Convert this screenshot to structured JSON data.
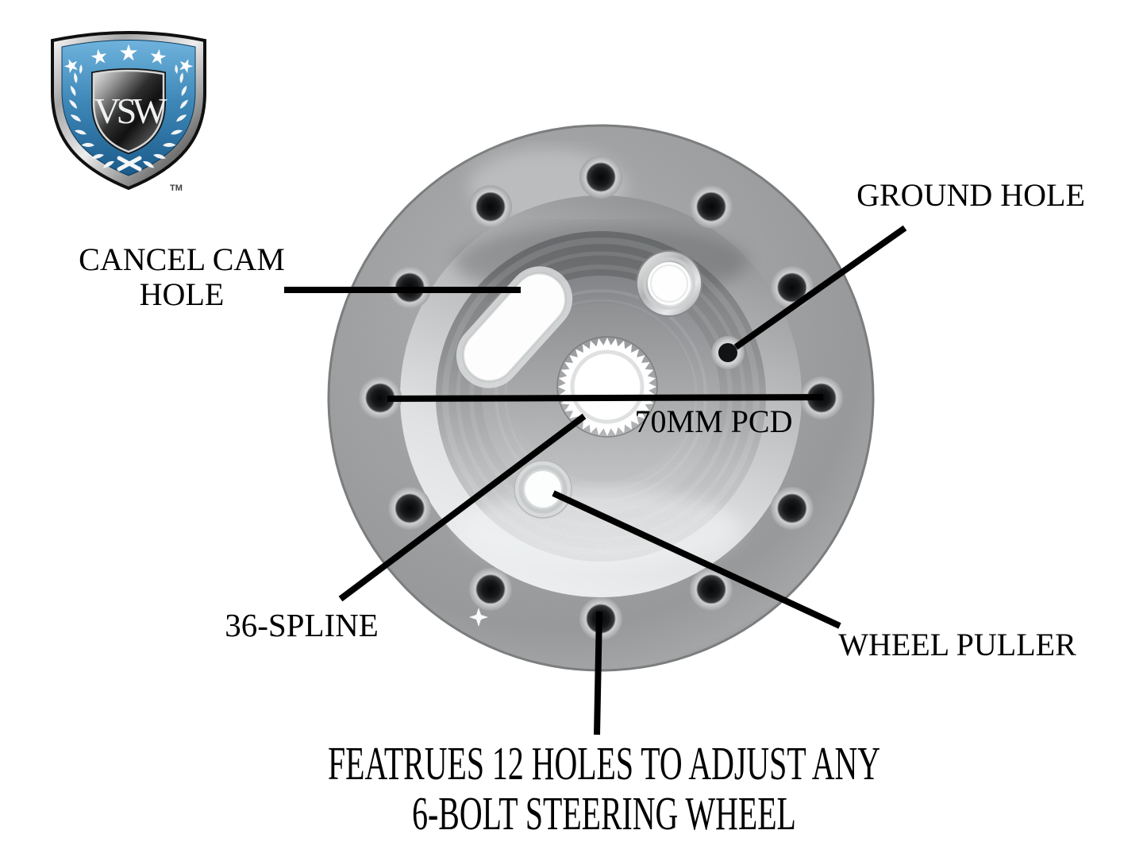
{
  "logo": {
    "brand": "VSW",
    "trademark": "TM",
    "stars": 5,
    "colors": {
      "blue_top": "#6fb3dd",
      "blue_bottom": "#1b5b8b",
      "chrome": "#c9cbcc",
      "wreath": "#f4f6f7"
    }
  },
  "annotations": {
    "cancel_cam": {
      "line1": "CANCEL CAM",
      "line2": "HOLE"
    },
    "ground": {
      "label": "GROUND HOLE"
    },
    "pcd": {
      "label": "70MM PCD"
    },
    "spline": {
      "label": "36-SPLINE"
    },
    "wheel_puller": {
      "label": "WHEEL PULLER"
    },
    "features": {
      "line1": "FEATRUES 12 HOLES TO ADJUST ANY",
      "line2": "6-BOLT STEERING WHEEL"
    }
  },
  "hub": {
    "perimeter_hole_count": 12,
    "spline_count": 36
  },
  "colors": {
    "background": "#ffffff",
    "label_text": "#000000",
    "leader_line": "#000000",
    "metal_light": "#dcdedf",
    "metal_mid": "#9a9c9d",
    "metal_dark": "#737577"
  }
}
